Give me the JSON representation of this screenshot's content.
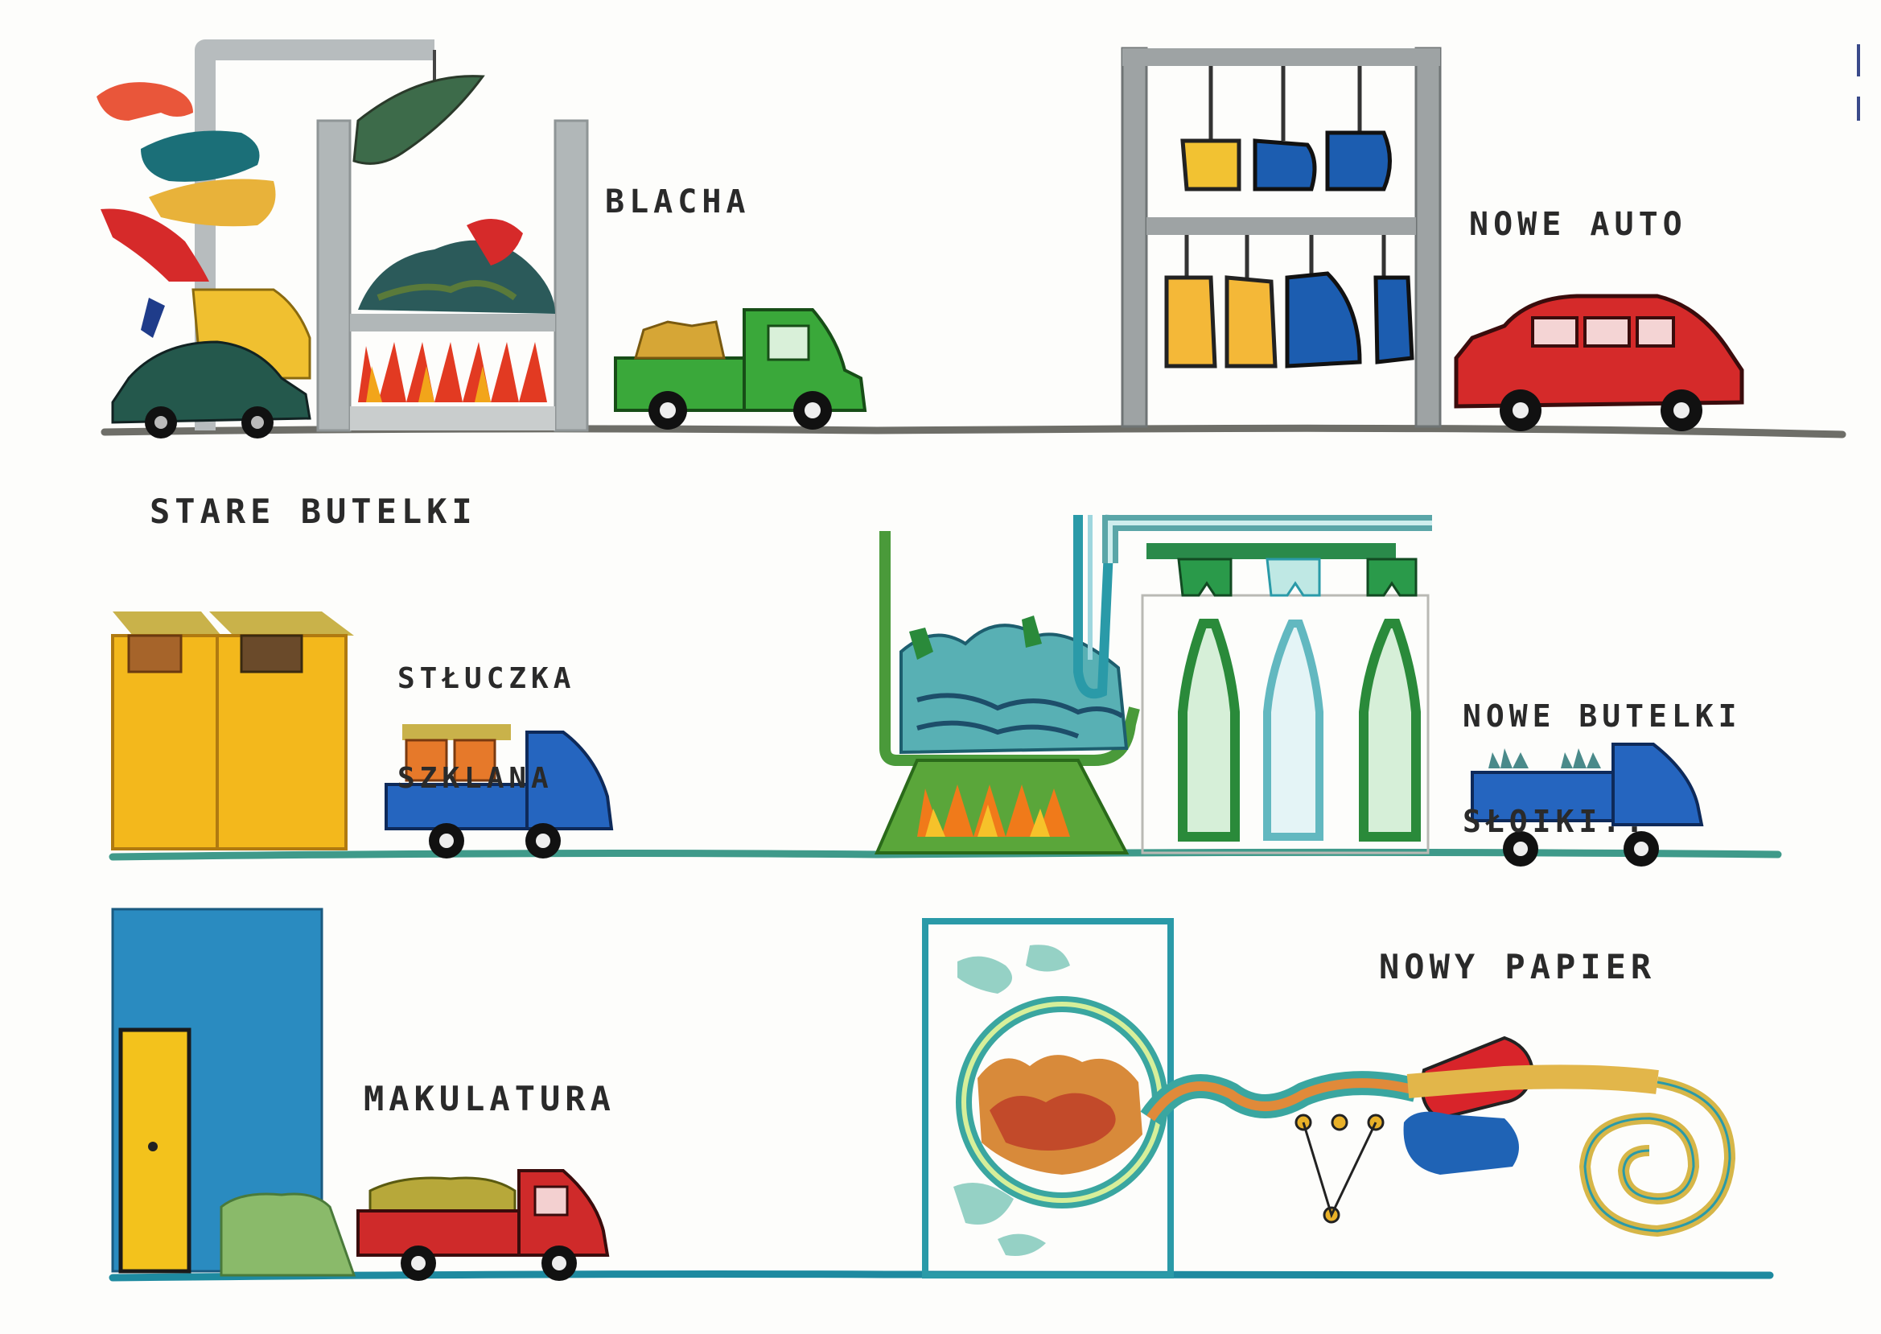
{
  "labels": {
    "blacha": "BLACHA",
    "nowe_auto": "NOWE AUTO",
    "stare_butelki": "STARE BUTELKI",
    "stluczka_line1": "STŁUCZKA",
    "stluczka_line2": "SZKLANA",
    "nowe_butelki_line1": "NOWE BUTELKI",
    "nowe_butelki_line2": "SŁOIKI..",
    "makulatura": "MAKULATURA",
    "nowy_papier": "NOWY PAPIER"
  },
  "colors": {
    "paper": "#fdfdfb",
    "ink": "#2a2a2a",
    "grey_frame": "#9ea3a4",
    "ground_row1": "#6e6e68",
    "ground_row2": "#3f9a8a",
    "ground_row3": "#1e8aa0",
    "red": "#d8242a",
    "green_truck": "#3aa83a",
    "blue": "#1f63b5",
    "yellow": "#f2b21a",
    "orange": "#ef7a1a",
    "teal": "#2a9aa8",
    "dark_teal": "#1d5e6e"
  }
}
